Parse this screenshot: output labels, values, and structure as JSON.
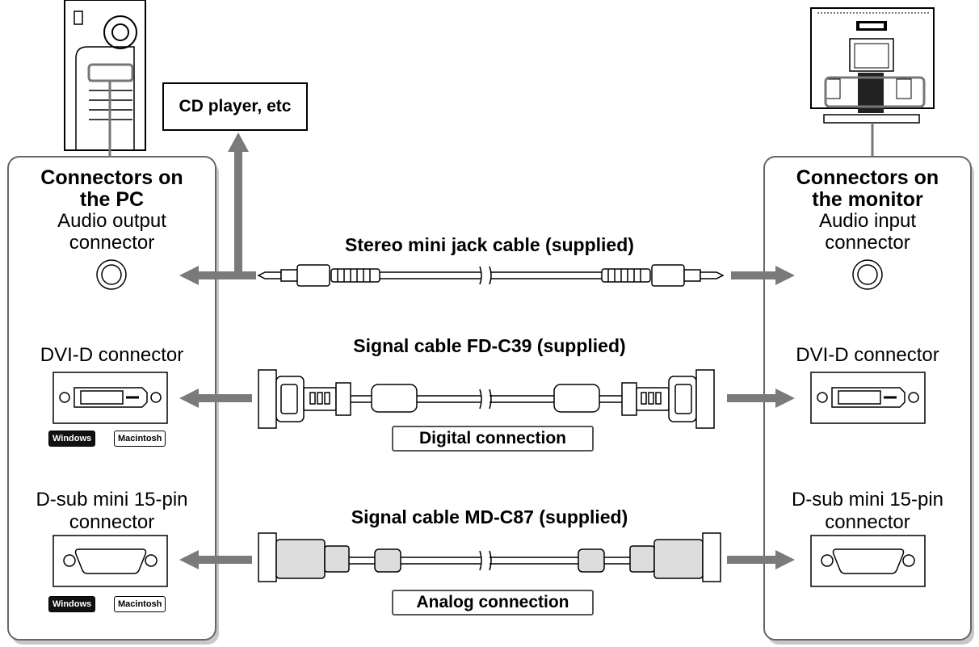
{
  "left_panel": {
    "title_line1": "Connectors on",
    "title_line2": "the PC",
    "audio_line1": "Audio output",
    "audio_line2": "connector",
    "dvi_label": "DVI-D connector",
    "dsub_line1": "D-sub mini 15-pin",
    "dsub_line2": "connector",
    "badge_windows": "Windows",
    "badge_mac": "Macintosh"
  },
  "right_panel": {
    "title_line1": "Connectors on",
    "title_line2": "the monitor",
    "audio_line1": "Audio input",
    "audio_line2": "connector",
    "dvi_label": "DVI-D connector",
    "dsub_line1": "D-sub mini 15-pin",
    "dsub_line2": "connector"
  },
  "cd_player": "CD player, etc",
  "cables": {
    "stereo": "Stereo mini jack cable (supplied)",
    "dvi": "Signal cable FD-C39 (supplied)",
    "dsub": "Signal cable MD-C87 (supplied)"
  },
  "connections": {
    "digital": "Digital connection",
    "analog": "Analog connection"
  },
  "colors": {
    "arrow": "#7a7a7a",
    "outline": "#555555",
    "badge_dark": "#111111"
  }
}
